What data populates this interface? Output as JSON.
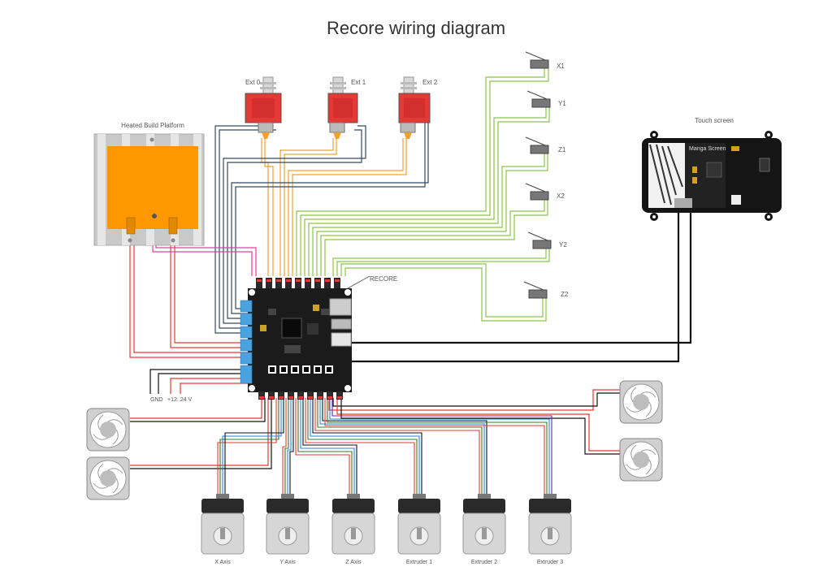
{
  "title": "Recore wiring diagram",
  "board": {
    "label": "RECORE"
  },
  "bed": {
    "label": "Heated Build Platform"
  },
  "hotends": [
    {
      "label": "Ext 0"
    },
    {
      "label": "Ext 1"
    },
    {
      "label": "Ext 2"
    }
  ],
  "endstops": [
    {
      "label": "X1"
    },
    {
      "label": "Y1"
    },
    {
      "label": "Z1"
    },
    {
      "label": "X2"
    },
    {
      "label": "Y2"
    },
    {
      "label": "Z2"
    }
  ],
  "screen": {
    "label": "Touch screen",
    "brand": "Manga Screen"
  },
  "power": {
    "gnd": "GND",
    "vin": "+12..24 V"
  },
  "motors": [
    {
      "label": "X Axis"
    },
    {
      "label": "Y Axis"
    },
    {
      "label": "Z Axis"
    },
    {
      "label": "Extruder 1"
    },
    {
      "label": "Extruder 2"
    },
    {
      "label": "Extruder 3"
    }
  ],
  "colors": {
    "heater_red": "#e53935",
    "bed_orange": "#ff9800",
    "thermistor_wire": "#f0a030",
    "fan_wire_red": "#e53935",
    "endstop_wire": "#8bc34a",
    "sensor_wire": "#34495e",
    "pink_wire": "#e040a0",
    "board": "#1b1b1b",
    "connector_blue": "#4aa3df"
  }
}
